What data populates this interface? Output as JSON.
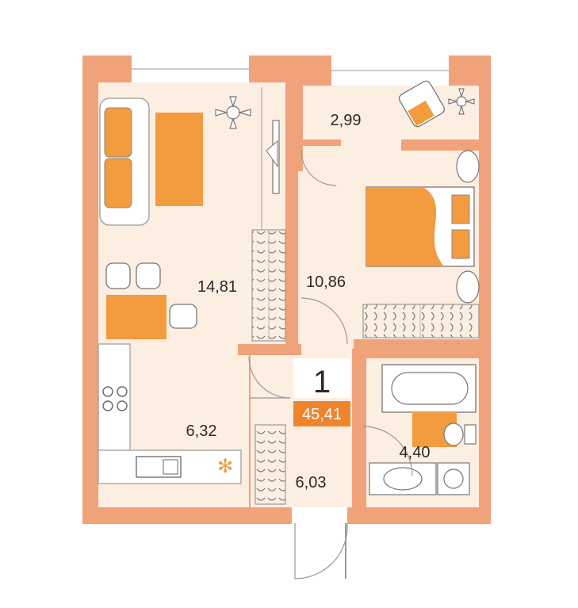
{
  "plan": {
    "rooms_count": "1",
    "total_area": "45,41",
    "rooms": [
      {
        "id": "living-room",
        "area": "14,81"
      },
      {
        "id": "bedroom",
        "area": "10,86"
      },
      {
        "id": "balcony",
        "area": "2,99"
      },
      {
        "id": "kitchen",
        "area": "6,32"
      },
      {
        "id": "hallway",
        "area": "6,03"
      },
      {
        "id": "bathroom",
        "area": "4,40"
      }
    ]
  },
  "colors": {
    "wall": "#f0a27a",
    "wall_edge": "#e8926a",
    "floor": "#fdeee2",
    "accent": "#f39b3f",
    "line": "#9a9a9a"
  },
  "icons": [
    "sofa-icon",
    "rug-icon",
    "plant-icon",
    "tv-icon",
    "wardrobe-icon",
    "dining-table-icon",
    "chair-icon",
    "stove-icon",
    "sink-icon",
    "fridge-icon",
    "bed-icon",
    "armchair-icon",
    "bathtub-icon",
    "toilet-icon",
    "washbasin-icon",
    "washing-machine-icon",
    "door-icon",
    "window-icon"
  ]
}
